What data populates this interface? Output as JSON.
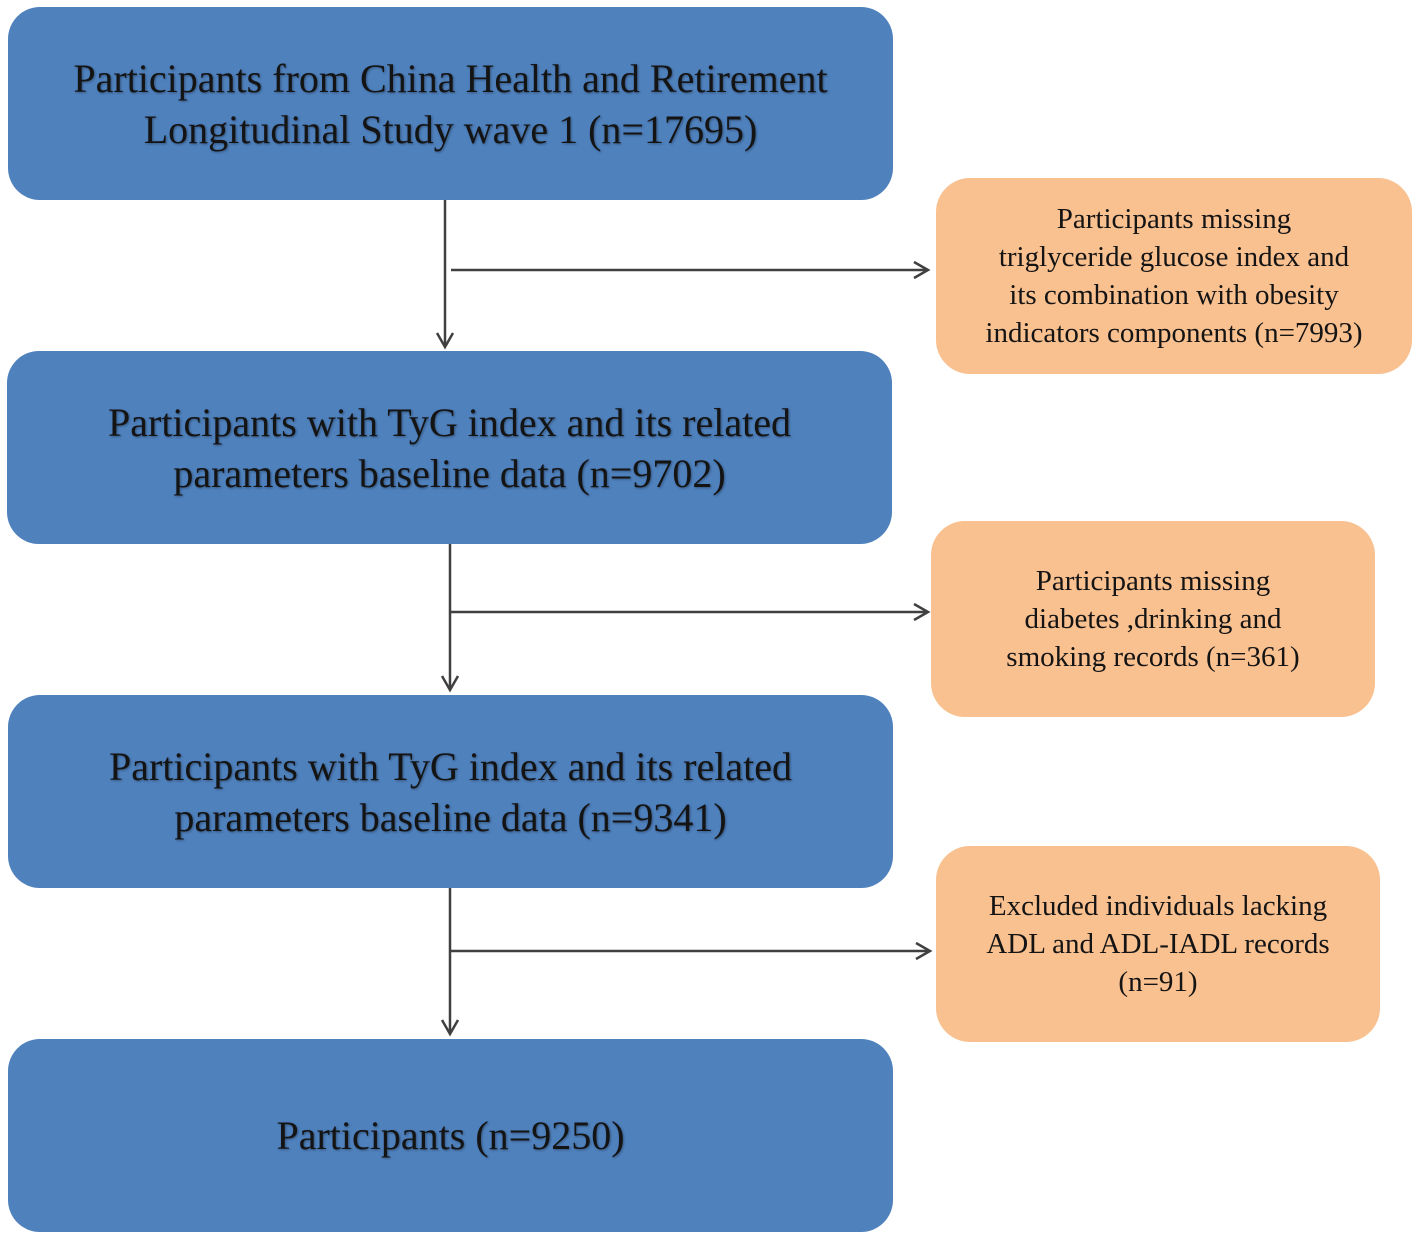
{
  "main_boxes": [
    {
      "text": "Participants from China Health and Retirement\nLongitudinal Study wave 1 (n=17695)"
    },
    {
      "text": "Participants with TyG index and its related\nparameters baseline data (n=9702)"
    },
    {
      "text": "Participants with TyG index and its related\nparameters baseline data (n=9341)"
    },
    {
      "text": "Participants (n=9250)"
    }
  ],
  "exclusion_boxes": [
    {
      "text": "Participants  missing\ntriglyceride glucose index and\nits combination with obesity\nindicators components (n=7993)"
    },
    {
      "text": "Participants  missing\ndiabetes ,drinking and\nsmoking records (n=361)"
    },
    {
      "text": "Excluded individuals lacking\nADL and ADL-IADL records\n(n=91)"
    }
  ],
  "colors": {
    "main_fill": "#4f81bd",
    "exclusion_fill": "#f9c090",
    "arrow": "#404040"
  }
}
